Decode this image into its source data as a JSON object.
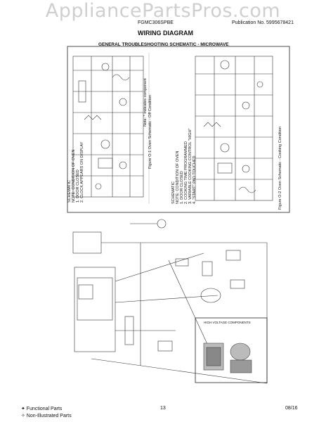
{
  "watermark": "AppliancePartsPros.com",
  "header": {
    "model": "FGMC306SPBE",
    "publication": "Publication No.  5995678421",
    "title": "WIRING DIAGRAM"
  },
  "schematic": {
    "title": "GENERAL TROUBLESHOOTING SCHEMATIC - MICROWAVE",
    "note_left": "Note: * indicates component",
    "note_left_block": [
      "SCHEMATIC",
      "NOTE: CONDITION OF OVEN",
      "1. DOOR CLOSED",
      "2. CLOCK APPEARS ON DISPLAY"
    ],
    "fig1_caption": "Figure O-1 Oven Schematic - Off Condition",
    "note_right_block": [
      "SCHEMATIC",
      "NOTE: CONDITION OF OVEN",
      "1. DOOR CLOSED",
      "2. COOKING TIME PROGRAMMED",
      "3. VARIABLE COOKING CONTROL \"HIGH\"",
      "4. \"START\" PAD TOUCHED"
    ],
    "fig2_caption": "Figure O-2 Oven Schematic - Cooking Condition"
  },
  "wiring": {
    "hv_box_label": "HIGH VOLTAGE COMPONENTS"
  },
  "footer": {
    "functional": "✦ Functional Parts",
    "non_illustrated": "✧ Non-Illustrated Parts",
    "page": "13",
    "date": "08/16"
  }
}
